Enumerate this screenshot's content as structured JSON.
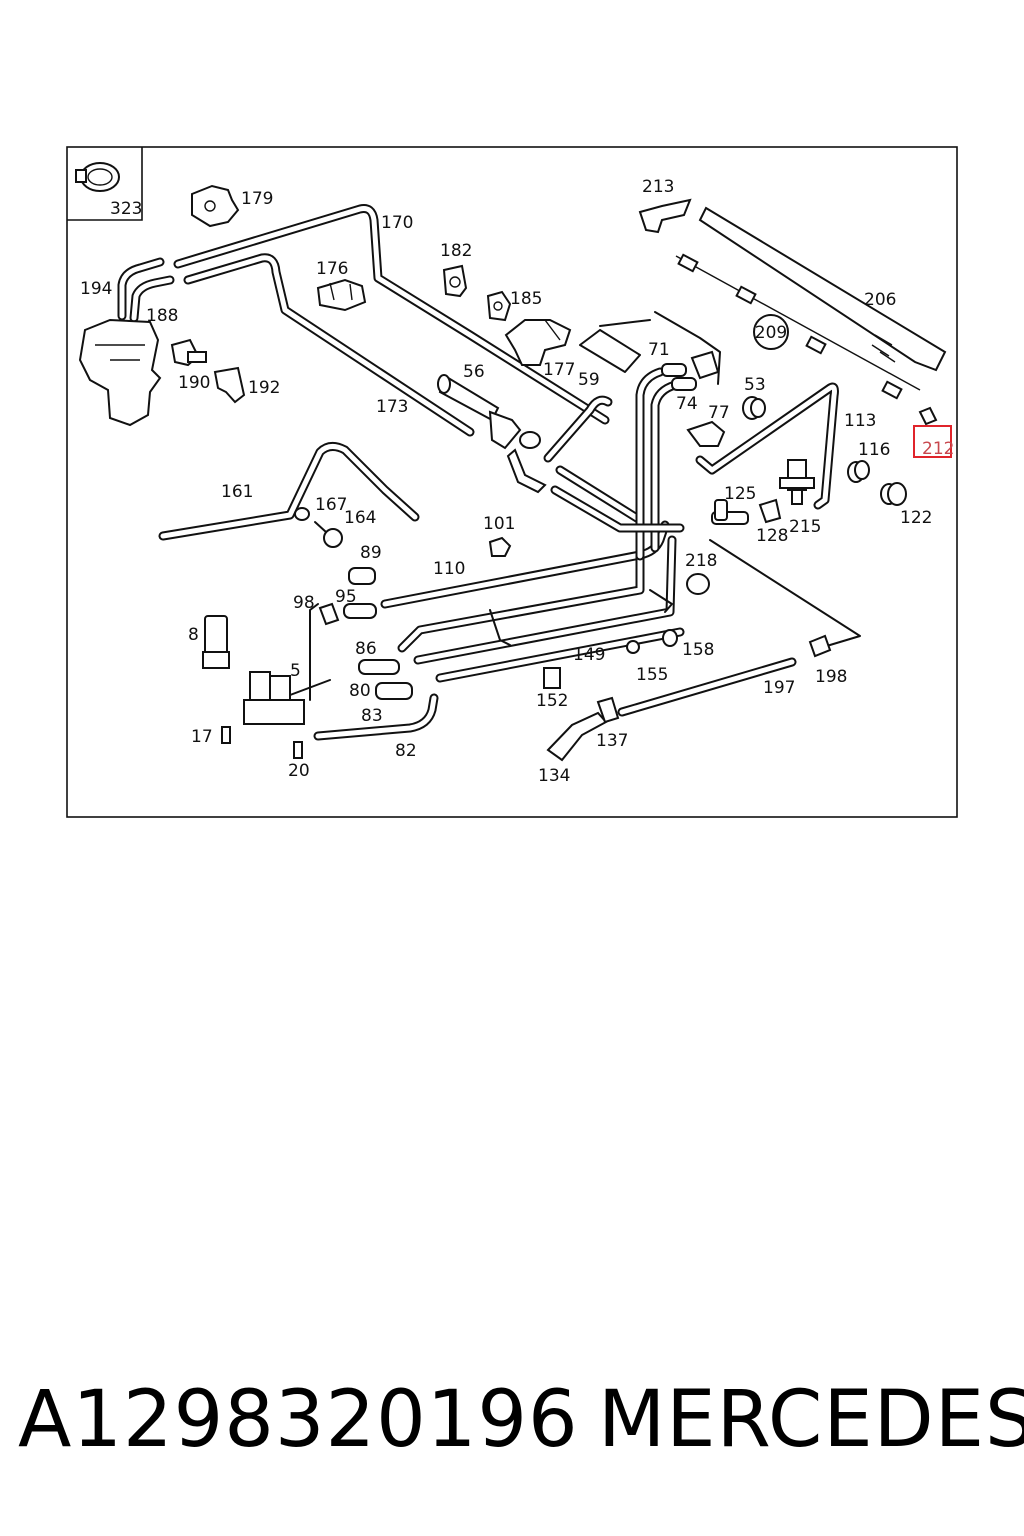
{
  "diagram": {
    "corner_label": "323",
    "highlighted_label": "212",
    "circled_label": "209",
    "labels": [
      "179",
      "170",
      "213",
      "194",
      "188",
      "176",
      "182",
      "185",
      "206",
      "190",
      "192",
      "177",
      "71",
      "56",
      "59",
      "53",
      "173",
      "74",
      "77",
      "113",
      "116",
      "161",
      "167",
      "164",
      "125",
      "101",
      "128",
      "215",
      "122",
      "89",
      "110",
      "218",
      "98",
      "95",
      "8",
      "86",
      "149",
      "158",
      "5",
      "155",
      "80",
      "152",
      "197",
      "198",
      "83",
      "17",
      "137",
      "82",
      "20",
      "134"
    ]
  },
  "footer": {
    "part_number": "A1298320196",
    "brand": "MERCEDES"
  },
  "colors": {
    "line": "#111111",
    "highlight": "#e0242b",
    "background": "#ffffff"
  }
}
